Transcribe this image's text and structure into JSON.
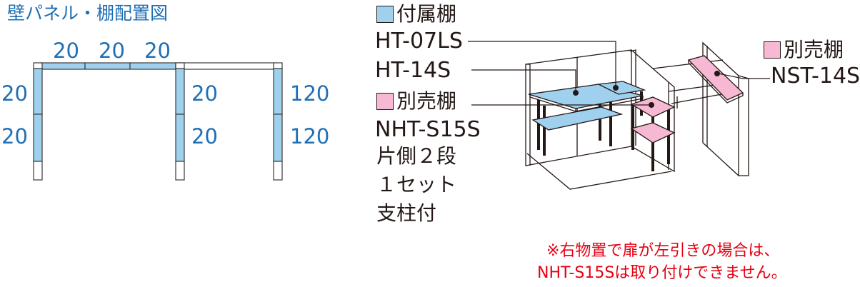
{
  "layout_title": "壁パネル・棚配置図",
  "top_widths": [
    "20",
    "20",
    "20"
  ],
  "left_column": [
    "20",
    "20"
  ],
  "middle_column": [
    "20",
    "20"
  ],
  "right_column": [
    "120",
    "120"
  ],
  "legend": {
    "included_label": "付属棚",
    "included_models": [
      "HT-07LS",
      "HT-14S"
    ],
    "optional_left_label": "別売棚",
    "optional_left_model": "NHT-S15S",
    "optional_left_desc": [
      "片側２段",
      "１セット",
      "支柱付"
    ],
    "optional_right_label": "別売棚",
    "optional_right_model": "NST-14S"
  },
  "note": [
    "※右物置で扉が左引きの場合は、",
    "NHT-S15Sは取り付けできません。"
  ],
  "colors": {
    "included": "#9fd0ee",
    "optional": "#f6b8d2",
    "label_text": "#1f6fb5",
    "note_text": "#e60012"
  }
}
